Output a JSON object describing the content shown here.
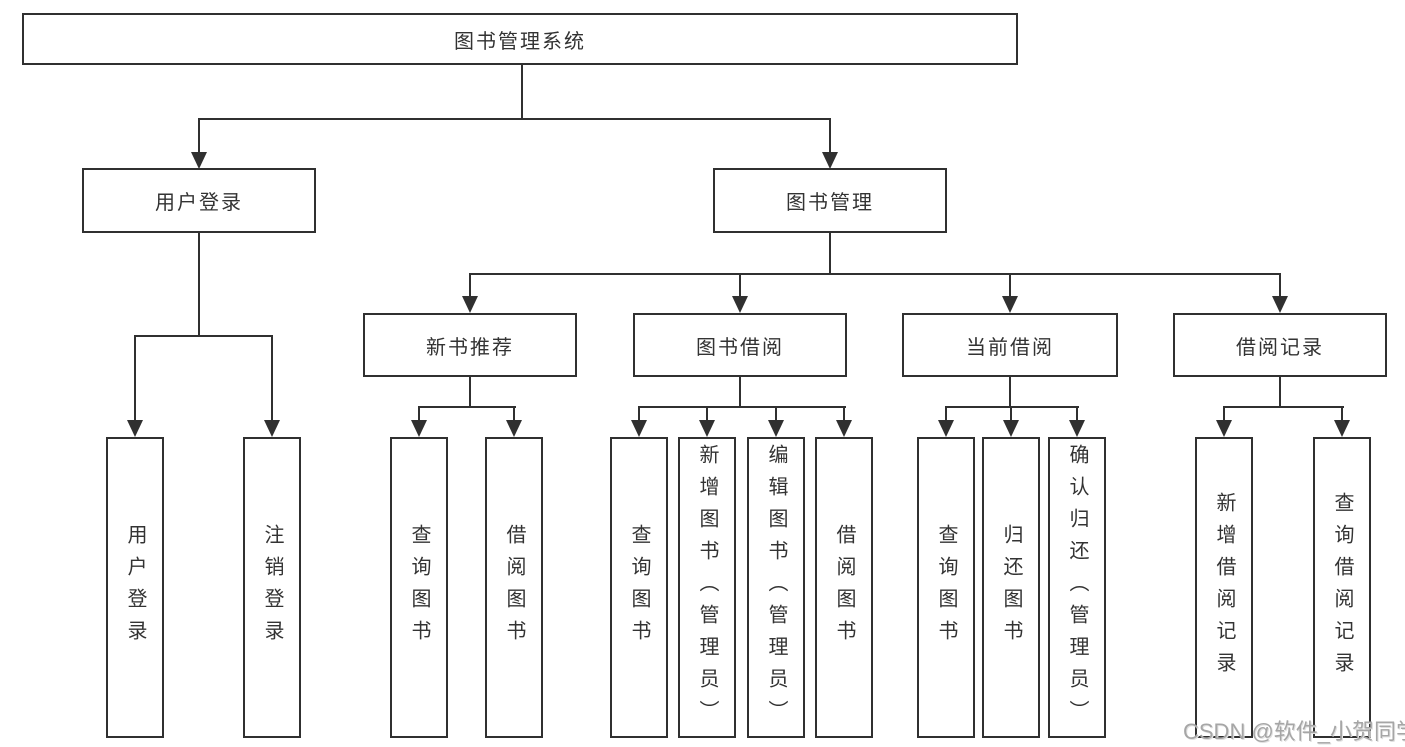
{
  "diagram": {
    "root": {
      "label": "图书管理系统"
    },
    "branches": [
      {
        "label": "用户登录",
        "children": [
          {
            "label": "用户登录"
          },
          {
            "label": "注销登录"
          }
        ]
      },
      {
        "label": "图书管理",
        "children": [
          {
            "label": "新书推荐",
            "children": [
              {
                "label": "查询图书"
              },
              {
                "label": "借阅图书"
              }
            ]
          },
          {
            "label": "图书借阅",
            "children": [
              {
                "label": "查询图书"
              },
              {
                "label": "新增图书（管理员）"
              },
              {
                "label": "编辑图书（管理员）"
              },
              {
                "label": "借阅图书"
              }
            ]
          },
          {
            "label": "当前借阅",
            "children": [
              {
                "label": "查询图书"
              },
              {
                "label": "归还图书"
              },
              {
                "label": "确认归还（管理员）"
              }
            ]
          },
          {
            "label": "借阅记录",
            "children": [
              {
                "label": "新增借阅记录"
              },
              {
                "label": "查询借阅记录"
              }
            ]
          }
        ]
      }
    ]
  },
  "watermark": {
    "text": "CSDN @软件_小贺同学"
  },
  "colors": {
    "line": "#303030",
    "text": "#333333",
    "watermark": "#a6a6a6",
    "background": "#ffffff"
  }
}
